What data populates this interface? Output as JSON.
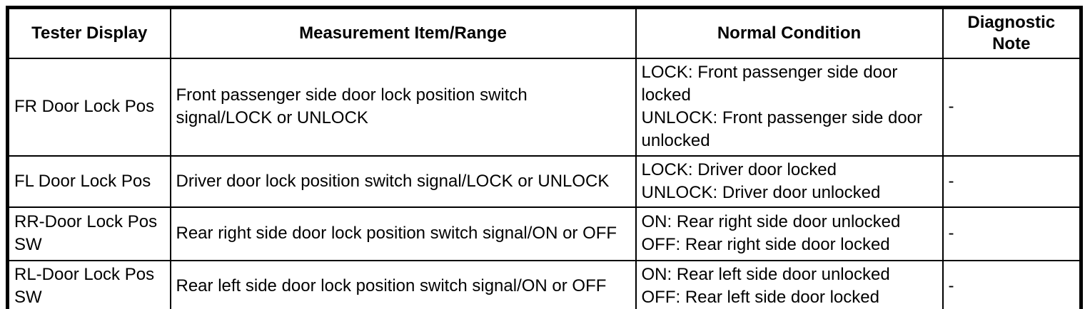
{
  "table": {
    "headers": {
      "tester_display": "Tester Display",
      "measurement": "Measurement Item/Range",
      "normal_condition": "Normal Condition",
      "diagnostic_note": "Diagnostic\nNote"
    },
    "rows": [
      {
        "tester_display": "FR Door Lock Pos",
        "measurement": "Front passenger side door lock position switch\nsignal/LOCK or UNLOCK",
        "normal_condition": "LOCK: Front passenger side door\nlocked\nUNLOCK: Front passenger side door\nunlocked",
        "diagnostic_note": "-"
      },
      {
        "tester_display": "FL Door Lock Pos",
        "measurement": "Driver door lock position switch signal/LOCK or UNLOCK",
        "normal_condition": "LOCK: Driver door locked\nUNLOCK: Driver door unlocked",
        "diagnostic_note": "-"
      },
      {
        "tester_display": "RR-Door Lock Pos\nSW",
        "measurement": "Rear right side door lock position switch signal/ON or OFF",
        "normal_condition": "ON: Rear right side door unlocked\nOFF: Rear right side door locked",
        "diagnostic_note": "-"
      },
      {
        "tester_display": "RL-Door Lock Pos\nSW",
        "measurement": "Rear left side door lock position switch signal/ON or OFF",
        "normal_condition": "ON: Rear left side door unlocked\nOFF: Rear left side door locked",
        "diagnostic_note": "-"
      }
    ],
    "colors": {
      "border": "#000000",
      "text": "#000000",
      "background": "#ffffff"
    }
  }
}
